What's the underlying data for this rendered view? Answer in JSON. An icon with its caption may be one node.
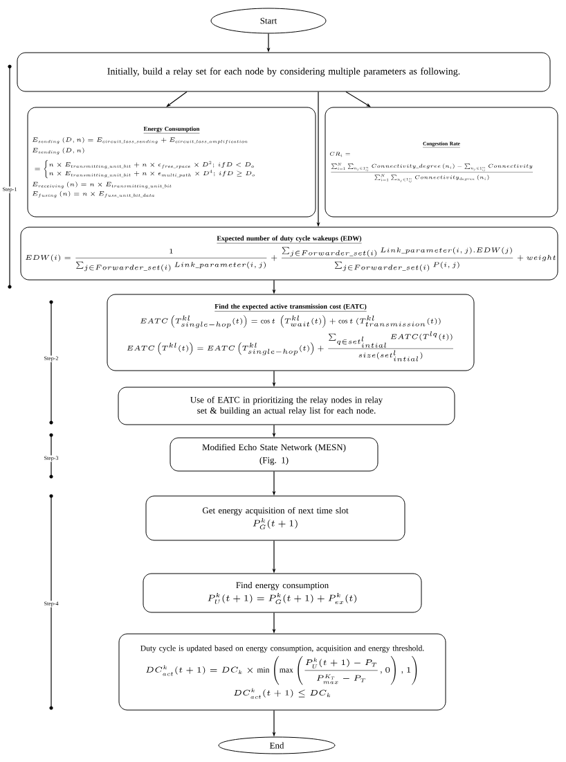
{
  "diagram": {
    "nodes": [
      {
        "text": [
          "Start"
        ]
      },
      {
        "text": [
          "Initially, build a relay set for each node by considering multiple parameters as following."
        ]
      },
      {
        "text": [
          "Energy Consumption",
          "E_{sending}\\,(D,n) = E_{circuit\\_loss\\_sending} + E_{circuit\\_loss\\_amplification}",
          "\\begin{aligned}&E_{sending}\\,(D,n)\\\\&=\\begin{cases}n\\times E_{transmitting\\_unit\\_bit}+n\\times\\epsilon_{free\\_space}\\times D^{2};\\,if D<D_{o}\\\\ n\\times E_{transmitting\\_unit\\_bit}+n\\times\\epsilon_{multi\\_path}\\times D^{4};\\,if D\\geq D_{o}\\end{cases}\\end{aligned}",
          "E_{receiving}\\,(n) = n\\times E_{transmitting\\_unit\\_bit}",
          "E_{fusing}\\,(n) = n\\times E_{fuse\\_unit\\_bit\\_data}"
        ]
      },
      {
        "text": [
          "Congestion Rate",
          "\\begin{aligned}&CR_{i}=\\\\&\\frac{\\sum_{i=1}^{N}\\sum_{n_{j}\\in 1_{ij}^{m}} Connectivity\\_degree\\,(n_{i})-\\sum_{n_{j}\\in 1_{ij}^{m}} Connectivity}{\\sum_{i=1}^{N}\\sum_{n_{j}\\in 1_{ij}^{m}} Connectivity_{degree}\\,(n_{i})}\\end{aligned}"
        ]
      },
      {
        "text": [
          "Expected number of duty cycle wakeups (EDW)",
          "EDW(i)=\\dfrac{1}{\\sum_{j\\in Forwarder\\_set(i)} Link\\_parameter(i,j)}+\\dfrac{\\sum_{j\\in Forwarder\\_set(i)} Link\\_parameter(i,j).EDW(j)}{\\sum_{j\\in Forwarder\\_set(i)} P(i,j)}+weight"
        ]
      },
      {
        "text": [
          "Find the expected active transmission cost (EATC)",
          "EATC\\left(T_{single-hop}^{kl}(t)\\right)=\\cos t\\ \\left(T_{wait}^{kl}(t)\\right)+\\cos t\\ (T_{transmission}^{kl}(t))",
          "EATC\\left(T^{kl}(t)\\right)=EATC\\left(T_{single-hop}^{kl}(t)\\right)+\\dfrac{\\sum_{q\\in set_{intial}^{l}} EATC(T^{lq}(t))}{size(set_{intial}^{l})}"
        ]
      },
      {
        "text": [
          "Use of EATC in prioritizing the relay nodes in relay set & building an actual relay list for each node."
        ]
      },
      {
        "text": [
          "Modified Echo State Network (MESN)",
          "(Fig. 1)"
        ]
      },
      {
        "text": [
          "Get energy acquisition of next time slot",
          "P_{G}^{k}(t+1)"
        ]
      },
      {
        "text": [
          "Find energy consumption",
          "P_{U}^{k}(t+1)=P_{G}^{k}(t+1)+P_{ex}^{k}(t)"
        ]
      },
      {
        "text": [
          "Duty cycle is updated based on energy consumption, acquisition and energy threshold.",
          "DC_{act}^{k}(t+1)=DC_{k}\\times\\min\\left(\\max\\left(\\dfrac{P_{U}^{k}(t+1)-P_{T}}{P_{max}^{K_{T}}-P_{T}},0\\right),1\\right)",
          "DC_{act}^{k}(t+1)\\leq DC_{k}"
        ]
      },
      {
        "text": [
          "End"
        ]
      }
    ],
    "edges": [
      {
        "from": 0,
        "to": 1,
        "arrow": "to"
      },
      {
        "from": 1,
        "to": 2,
        "arrow": "to"
      },
      {
        "from": 1,
        "to": 3,
        "arrow": "to"
      },
      {
        "from": 1,
        "to": 4,
        "arrow": "to"
      },
      {
        "from": 4,
        "to": 5,
        "arrow": "to"
      },
      {
        "from": 5,
        "to": 6,
        "arrow": "to"
      },
      {
        "from": 6,
        "to": 7,
        "arrow": "to"
      },
      {
        "from": 7,
        "to": 8,
        "arrow": "to"
      },
      {
        "from": 8,
        "to": 9,
        "arrow": "to"
      },
      {
        "from": 9,
        "to": 10,
        "arrow": "to"
      },
      {
        "from": 10,
        "to": 11,
        "arrow": "to"
      }
    ],
    "labels": [
      "Step-1",
      "Step-2",
      "Step-3",
      "Step-4"
    ]
  }
}
